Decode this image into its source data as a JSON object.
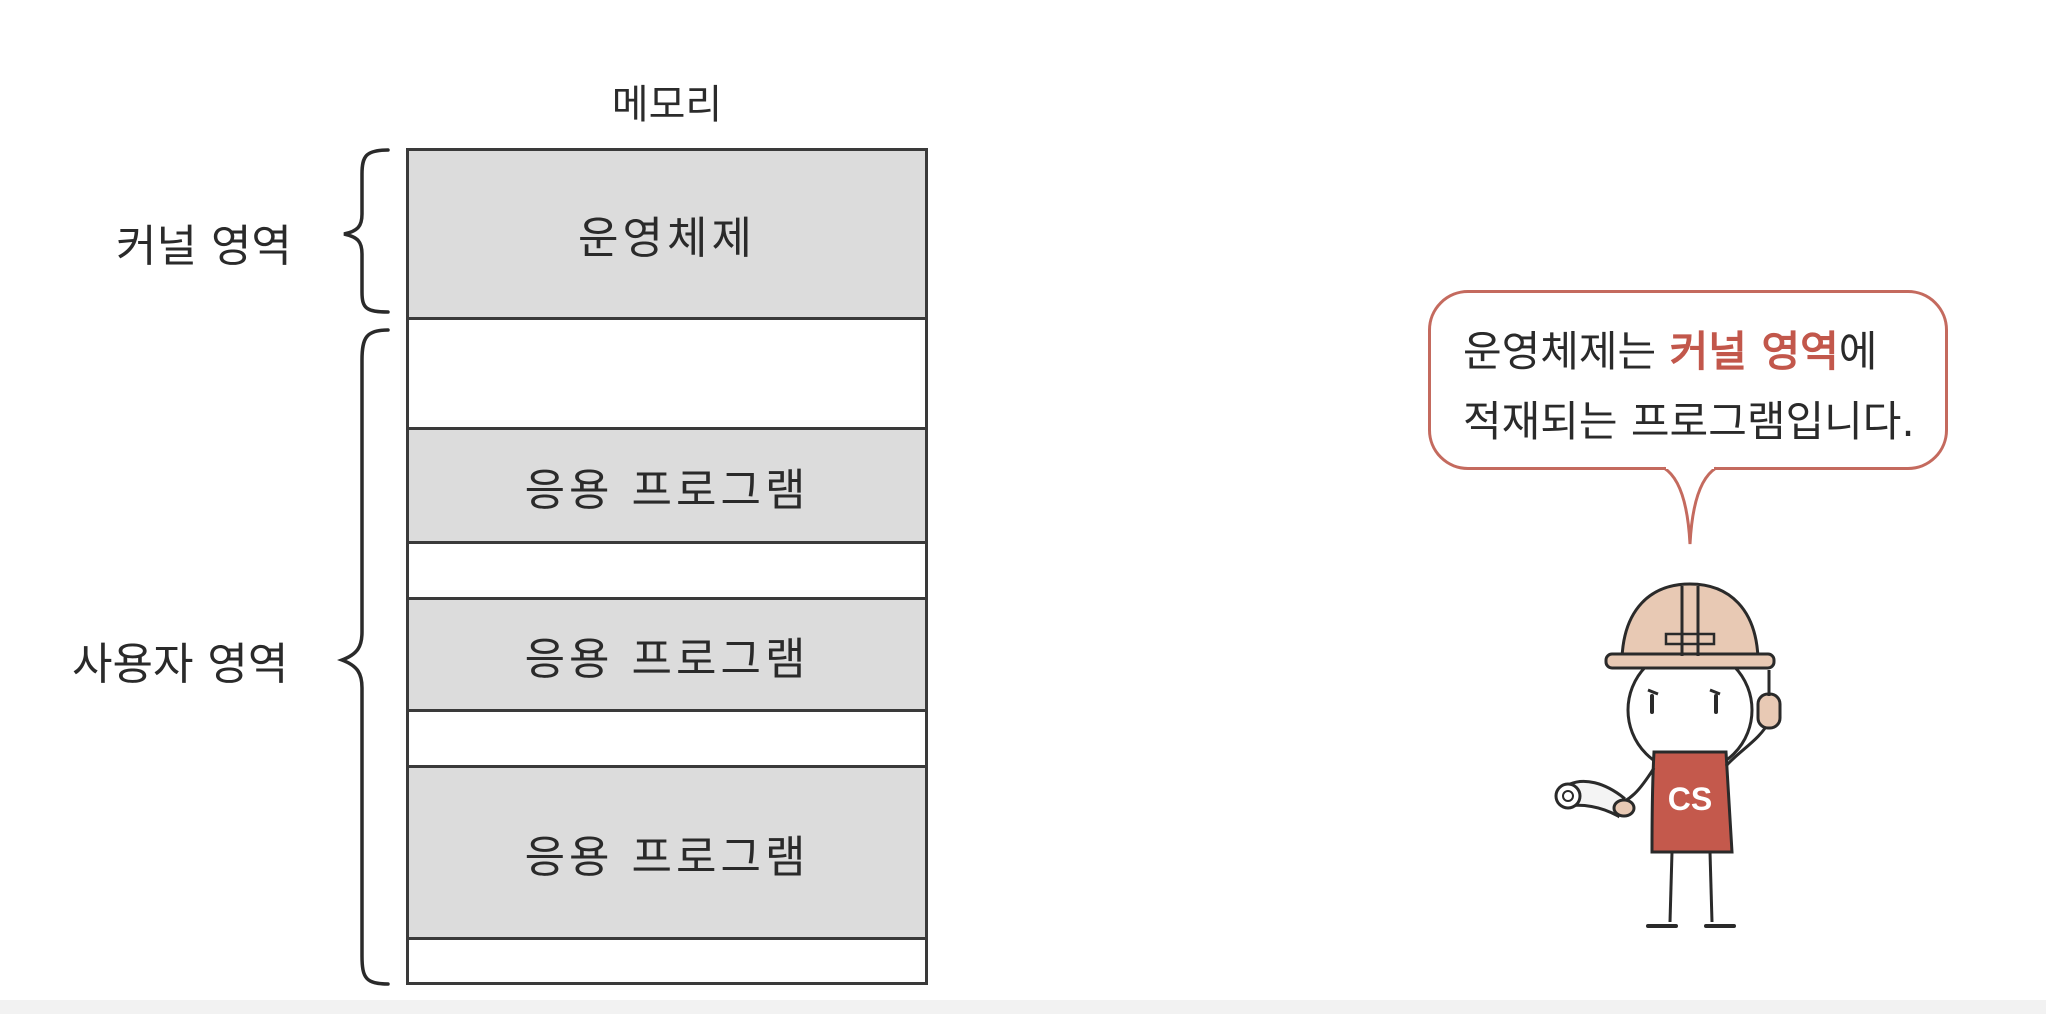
{
  "memory": {
    "title": "메모리",
    "segments": [
      {
        "label": "운영체제",
        "filled": true
      },
      {
        "label": "",
        "filled": false
      },
      {
        "label": "응용 프로그램",
        "filled": true
      },
      {
        "label": "",
        "filled": false
      },
      {
        "label": "응용 프로그램",
        "filled": true
      },
      {
        "label": "",
        "filled": false
      },
      {
        "label": "응용 프로그램",
        "filled": true
      },
      {
        "label": "",
        "filled": false
      }
    ]
  },
  "regions": {
    "kernel_label": "커널 영역",
    "user_label": "사용자 영역"
  },
  "bubble": {
    "line1_prefix": "운영체제는 ",
    "line1_highlight": "커널 영역",
    "line1_suffix": "에",
    "line2": "적재되는 프로그램입니다."
  },
  "character": {
    "shirt_text": "CS",
    "icon": "engineer-character-icon"
  },
  "colors": {
    "accent": "#c2574b",
    "segment_fill": "#dcdcdc",
    "border": "#3a3a3a"
  }
}
